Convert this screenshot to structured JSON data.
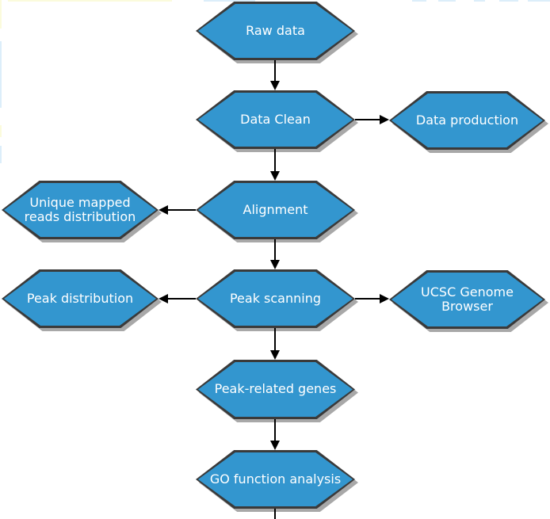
{
  "colors": {
    "node_fill": "#3396cf",
    "node_border": "#3a3a3a",
    "node_shadow": "#a8a8a8",
    "node_text": "#ffffff",
    "arrow": "#000000"
  },
  "nodes": {
    "raw_data": {
      "label": "Raw data"
    },
    "data_clean": {
      "label": "Data Clean"
    },
    "data_production": {
      "label": "Data production"
    },
    "unique_mapped": {
      "label": "Unique mapped\nreads distribution"
    },
    "alignment": {
      "label": "Alignment"
    },
    "peak_distribution": {
      "label": "Peak distribution"
    },
    "peak_scanning": {
      "label": "Peak scanning"
    },
    "ucsc_genome_browser": {
      "label": "UCSC Genome\nBrowser"
    },
    "peak_related_genes": {
      "label": "Peak-related genes"
    },
    "go_function_analysis": {
      "label": "GO function analysis"
    }
  },
  "edges": [
    {
      "from": "raw_data",
      "to": "data_clean",
      "direction": "down"
    },
    {
      "from": "data_clean",
      "to": "data_production",
      "direction": "right"
    },
    {
      "from": "data_clean",
      "to": "alignment",
      "direction": "down"
    },
    {
      "from": "alignment",
      "to": "unique_mapped",
      "direction": "left"
    },
    {
      "from": "alignment",
      "to": "peak_scanning",
      "direction": "down"
    },
    {
      "from": "peak_scanning",
      "to": "peak_distribution",
      "direction": "left"
    },
    {
      "from": "peak_scanning",
      "to": "ucsc_genome_browser",
      "direction": "right"
    },
    {
      "from": "peak_scanning",
      "to": "peak_related_genes",
      "direction": "down"
    },
    {
      "from": "peak_related_genes",
      "to": "go_function_analysis",
      "direction": "down"
    },
    {
      "from": "go_function_analysis",
      "to": "",
      "direction": "down-stub"
    }
  ]
}
